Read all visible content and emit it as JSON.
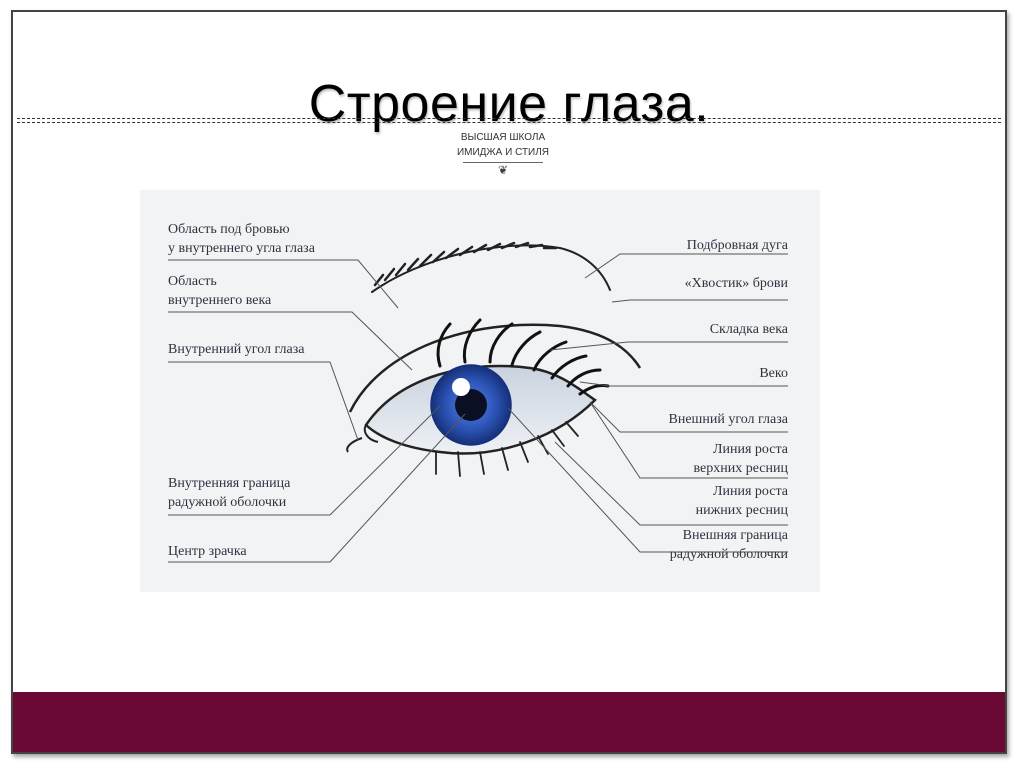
{
  "slide": {
    "title": "Строение глаза.",
    "logo": {
      "line1": "ВЫСШАЯ ШКОЛА",
      "line2": "ИМИДЖА И СТИЛЯ",
      "ornament": "❦"
    },
    "footer_color": "#6a0a34"
  },
  "diagram": {
    "iris_color": "#2d55b8",
    "left_labels": [
      "Область под бровью\nу внутреннего угла глаза",
      "Область\nвнутреннего века",
      "Внутренний угол глаза",
      "Внутренняя граница\nрадужной оболочки",
      "Центр зрачка"
    ],
    "right_labels": [
      "Подбровная дуга",
      "«Хвостик» брови",
      "Складка века",
      "Веко",
      "Внешний угол глаза",
      "Линия роста\nверхних ресниц",
      "Линия роста\nнижних ресниц",
      "Внешняя граница\nрадужной оболочки"
    ]
  }
}
